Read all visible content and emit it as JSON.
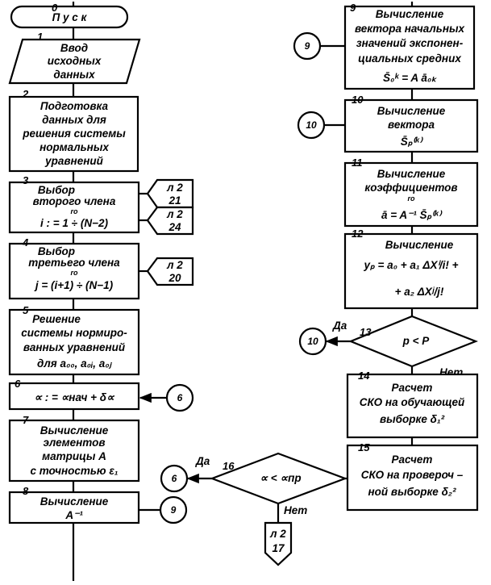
{
  "blocks": {
    "b0": {
      "num": "0",
      "lines": [
        "П у с к"
      ]
    },
    "b1": {
      "num": "1",
      "lines": [
        "Ввод",
        "исходных",
        "данных"
      ]
    },
    "b2": {
      "num": "2",
      "lines": [
        "Подготовка",
        "данных для",
        "решения системы",
        "нормальных",
        "уравнений"
      ]
    },
    "b3": {
      "num": "3",
      "lines": [
        "Выбор",
        "второго члена",
        "ro",
        "i : = 1 ÷ (N−2)"
      ]
    },
    "b4": {
      "num": "4",
      "lines": [
        "Выбор",
        "третьего члена",
        "ro",
        "j = (i+1) ÷ (N−1)"
      ]
    },
    "b5": {
      "num": "5",
      "lines": [
        "Решение",
        "системы нормиро-",
        "ванных уравнений",
        "для  a₀₀, a₀ᵢ, a₀ⱼ"
      ]
    },
    "b6": {
      "num": "6",
      "lines": [
        "∝ : = ∝нач + δ∝"
      ]
    },
    "b7": {
      "num": "7",
      "lines": [
        "Вычисление",
        "элементов",
        "матрицы A",
        "с точностью ε₁"
      ]
    },
    "b8": {
      "num": "8",
      "lines": [
        "Вычисление",
        "A⁻¹"
      ]
    },
    "b9": {
      "num": "9",
      "lines": [
        "Вычисление",
        "вектора начальных",
        "значений экспонен-",
        "циальных средних",
        "S̄₀ᵏ = A ā₀ₖ"
      ]
    },
    "b10": {
      "num": "10",
      "lines": [
        "Вычисление",
        "вектора",
        "S̄ₚ⁽ᵏ⁾"
      ]
    },
    "b11": {
      "num": "11",
      "lines": [
        "Вычисление",
        "коэффициентов",
        "ro",
        "ā = A⁻¹ S̄ₚ⁽ᵏ⁾"
      ]
    },
    "b12": {
      "num": "12",
      "lines": [
        "Вычисление",
        "yₚ = a₀ + a₁ ΔXⁱ/i! +",
        "+ a₂ ΔXʲ/j!"
      ]
    },
    "b13": {
      "num": "13",
      "lines": [
        "p < P"
      ]
    },
    "b14": {
      "num": "14",
      "lines": [
        "Расчет",
        "СКО на обучающей",
        "выборке  δ₁²"
      ]
    },
    "b15": {
      "num": "15",
      "lines": [
        "Расчет",
        "СКО на провероч –",
        "ной  выборке  δ₂²"
      ]
    },
    "b16": {
      "num": "16",
      "lines": [
        "∝ < ∝пр"
      ]
    }
  },
  "connectors": {
    "c6": "6",
    "c9": "9",
    "c9r": "9",
    "c10": "10",
    "c10r": "10",
    "c6r": "6"
  },
  "page_refs": {
    "p3a": [
      "л 2",
      "21"
    ],
    "p3b": [
      "л 2",
      "24"
    ],
    "p4": [
      "л 2",
      "20"
    ],
    "p17": [
      "л 2",
      "17"
    ]
  },
  "labels": {
    "yes13": "Да",
    "no13": "Нет",
    "yes16": "Да",
    "no16": "Нет"
  }
}
